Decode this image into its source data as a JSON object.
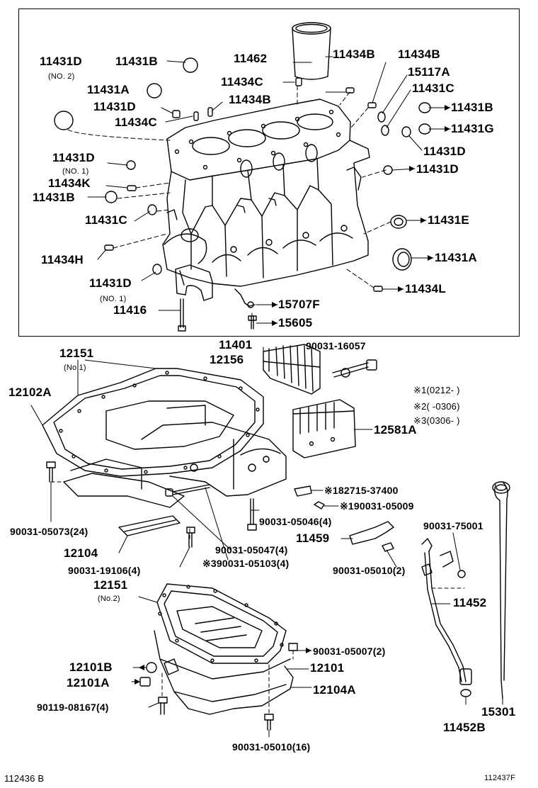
{
  "labels": {
    "p11462": "11462",
    "p11434b_1": "11434B",
    "p11434b_2": "11434B",
    "p11431d_no2": "11431D",
    "p_no2_a": "(NO. 2)",
    "p11431b_1": "11431B",
    "p11431a_1": "11431A",
    "p11434c_1": "11434C",
    "p11431d_1": "11431D",
    "p11434c_2": "11434C",
    "p11434b_3": "11434B",
    "p15117a": "15117A",
    "p11431c_1": "11431C",
    "p11431b_2": "11431B",
    "p11431g": "11431G",
    "p11431d_2": "11431D",
    "p11431d_no1": "11431D",
    "p_no1_a": "(NO. 1)",
    "p11434k": "11434K",
    "p11431d_3": "11431D",
    "p11431b_3": "11431B",
    "p11431c_2": "11431C",
    "p11431e": "11431E",
    "p11434h": "11434H",
    "p11431a_2": "11431A",
    "p11431d_4": "11431D",
    "p_no1_b": "(NO. 1)",
    "p11434l": "11434L",
    "p11416": "11416",
    "p15707f": "15707F",
    "p15605": "15605",
    "p11401": "11401",
    "p12151_1": "12151",
    "p_no1_c": "(No.1)",
    "p12156": "12156",
    "p90031_16057": "90031-16057",
    "p12102a": "12102A",
    "note1": "※1(0212-      )",
    "note2": "※2(      -0306)",
    "note3": "※3(0306-      )",
    "p12581a": "12581A",
    "p82715": "※182715-37400",
    "p90031_05009": "※190031-05009",
    "p90031_05073": "90031-05073(24)",
    "p90031_05046": "90031-05046(4)",
    "p90031_75001": "90031-75001",
    "p11459": "11459",
    "p12104": "12104",
    "p90031_05047": "90031-05047(4)",
    "p90031_05103": "※390031-05103(4)",
    "p90031_19106": "90031-19106(4)",
    "p90031_05010_2": "90031-05010(2)",
    "p12151_2": "12151",
    "p_no2_b": "(No.2)",
    "p11452": "11452",
    "p90031_05007": "90031-05007(2)",
    "p12101b": "12101B",
    "p12101": "12101",
    "p12101a": "12101A",
    "p12104a": "12104A",
    "p90119": "90119-08167(4)",
    "p15301": "15301",
    "p11452b": "11452B",
    "p90031_05010_16": "90031-05010(16)",
    "fig_left": "112436 B",
    "fig_right": "112437F"
  }
}
